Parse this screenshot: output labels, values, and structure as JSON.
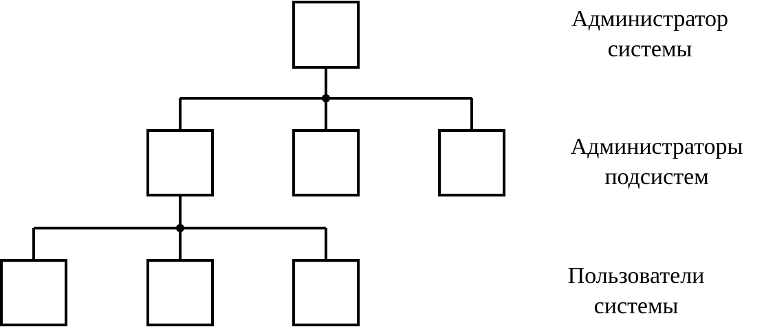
{
  "levels": [
    {
      "line1": "Администратор",
      "line2": "системы"
    },
    {
      "line1": "Администраторы",
      "line2": "подсистем"
    },
    {
      "line1": "Пользователи",
      "line2": "системы"
    }
  ],
  "colors": {
    "stroke": "#000000",
    "background": "#ffffff"
  }
}
